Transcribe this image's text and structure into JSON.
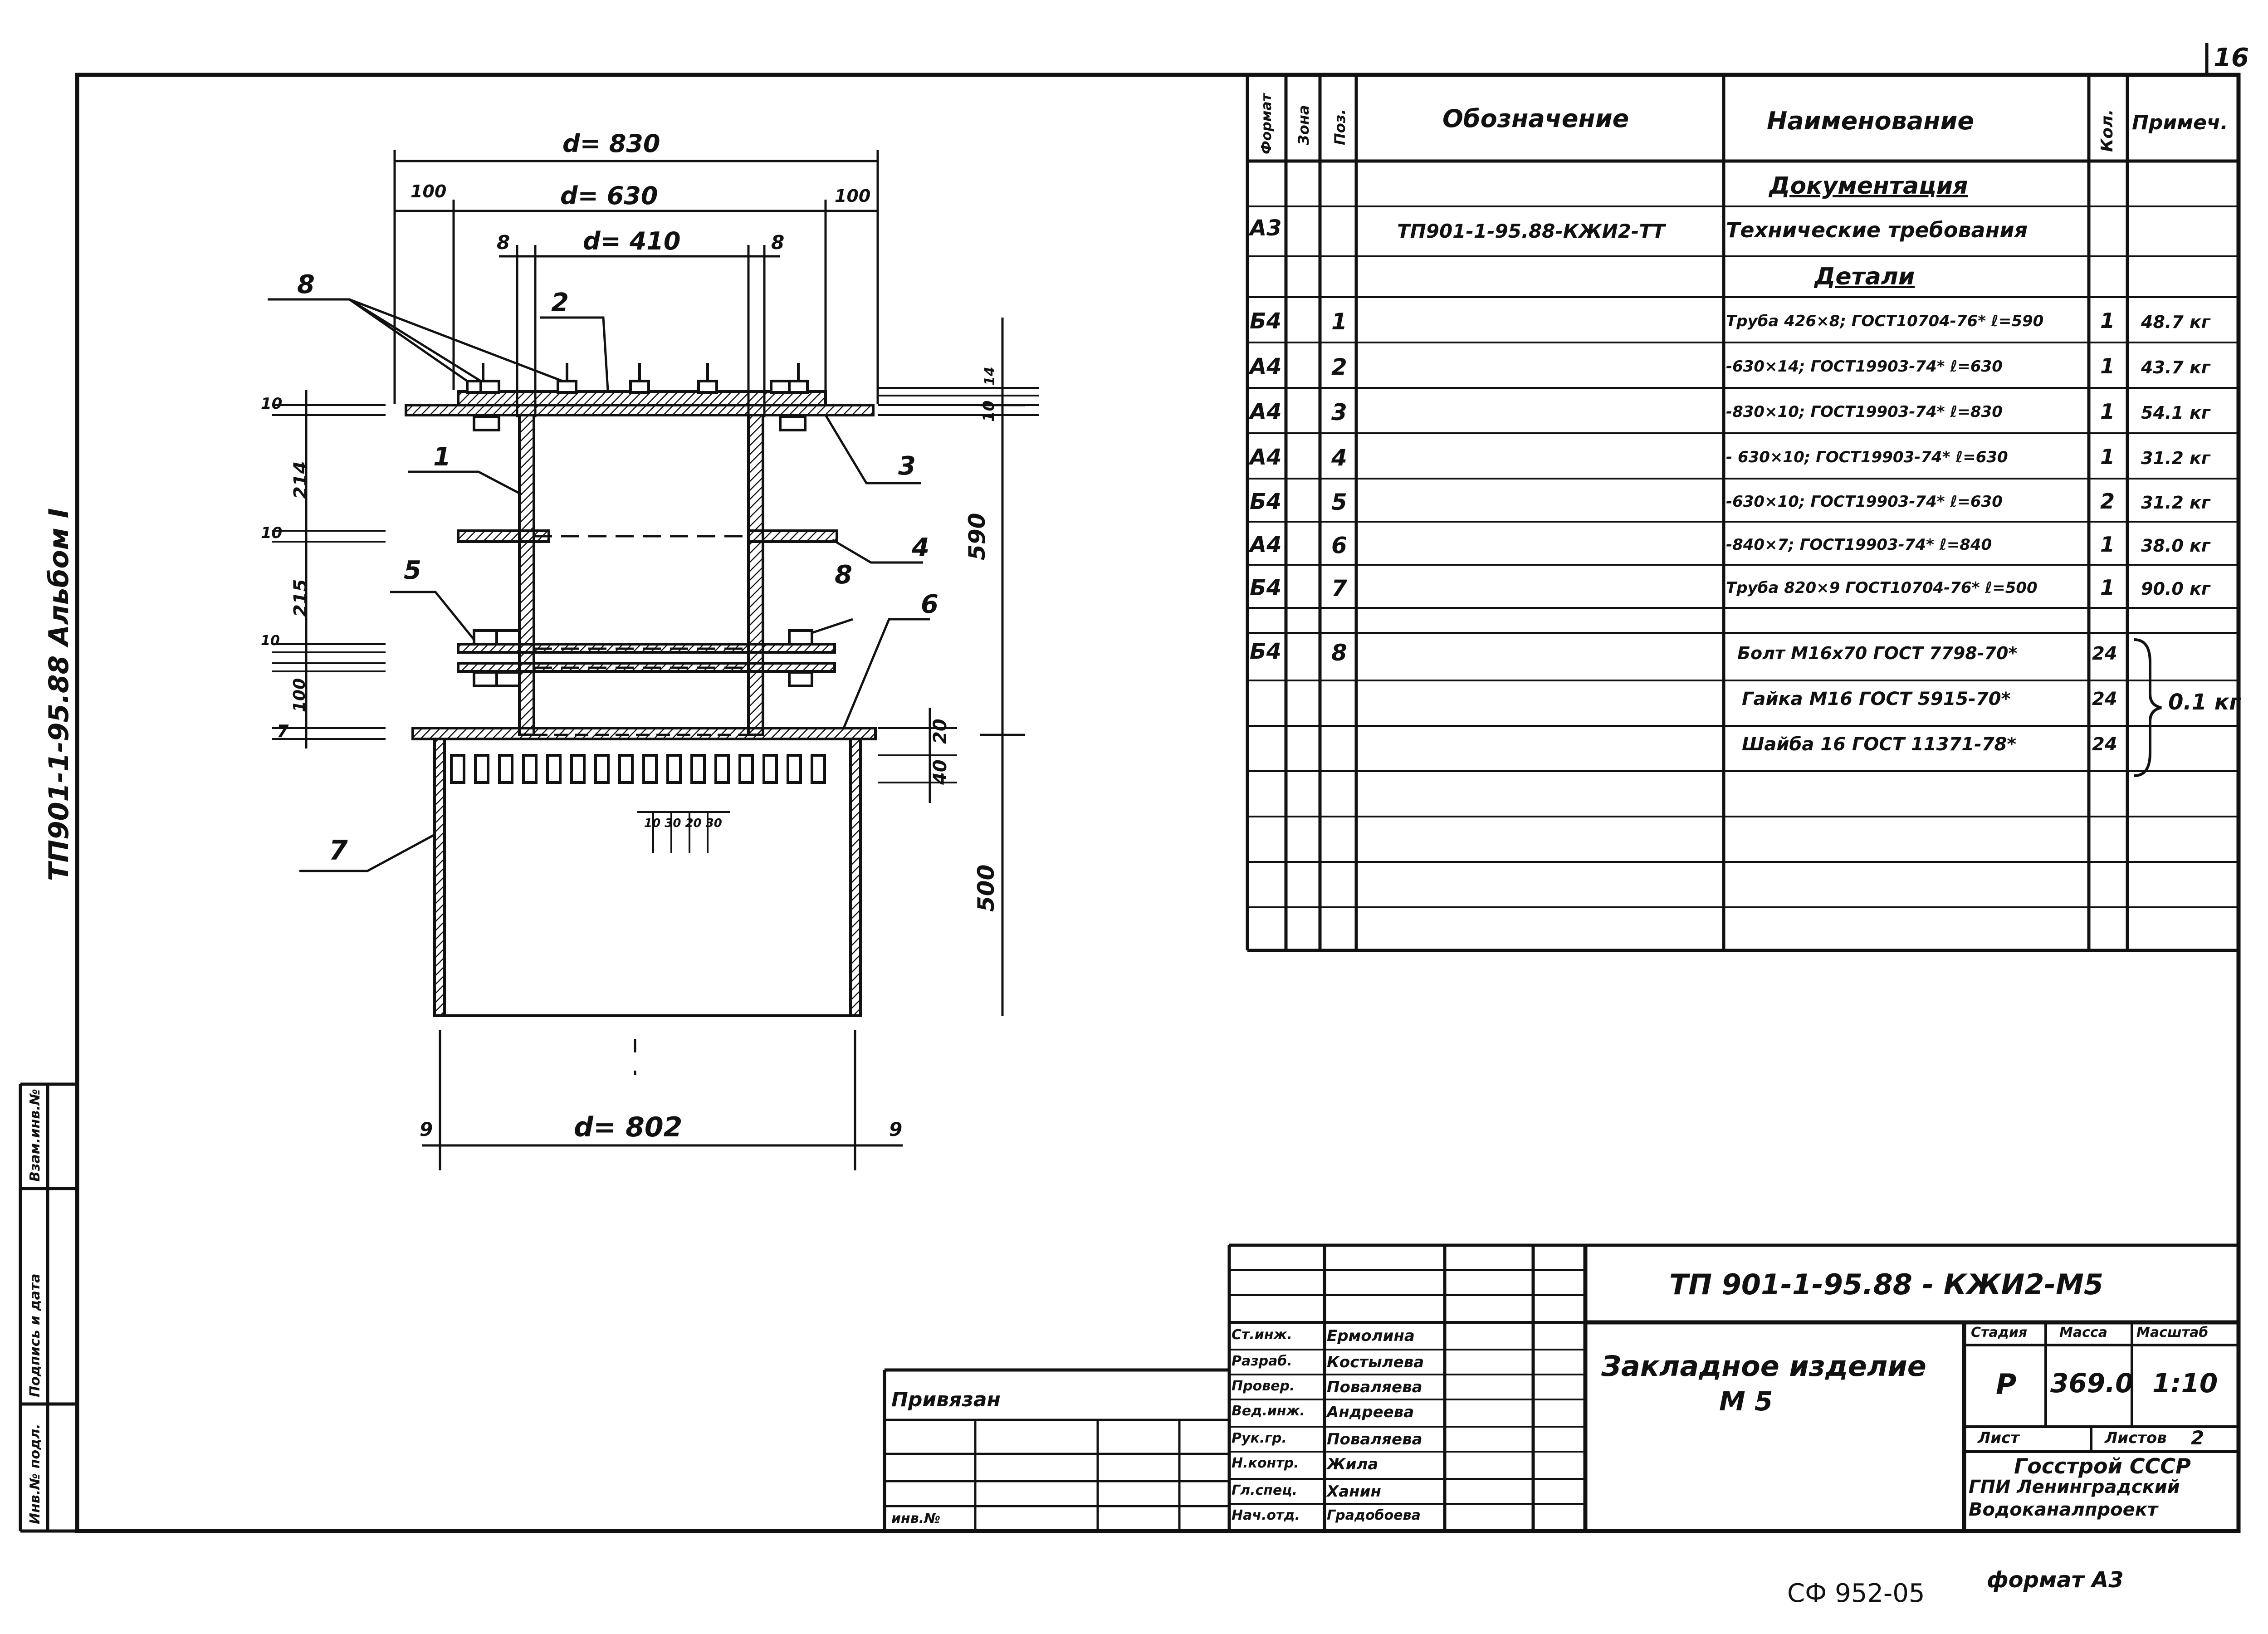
{
  "sheet": {
    "sheet_number": "16",
    "album_label": "ТП901-1-95.88 Альбом I",
    "bottom_code": "СФ 952-05",
    "format_label": "формат А3"
  },
  "drawing": {
    "dims": {
      "d830": "d= 830",
      "d630": "d= 630",
      "d410": "d= 410",
      "d802": "d= 802",
      "d100_left": "100",
      "d100_right": "100",
      "d8_left": "8",
      "d8_right": "8",
      "d590": "590",
      "d500": "500",
      "d10a": "10",
      "d10b": "10",
      "d10c": "10",
      "d214": "214",
      "d215": "215",
      "d100v": "100",
      "d7": "7",
      "d20": "20",
      "d40": "40",
      "d9_left": "9",
      "d9_right": "9",
      "d10_right": "10",
      "d14": "14",
      "slot_dims": "10 30 20 30"
    },
    "callouts": [
      "1",
      "2",
      "3",
      "4",
      "5",
      "6",
      "7",
      "8",
      "8"
    ]
  },
  "spec_table": {
    "headers": {
      "format": "Формат",
      "zone": "Зона",
      "pos": "Поз.",
      "designation": "Обозначение",
      "name": "Наименование",
      "qty": "Кол.",
      "note": "Примеч."
    },
    "rows": [
      {
        "format": "",
        "pos": "",
        "designation": "",
        "name": "Документация",
        "qty": "",
        "note": "",
        "heading": true
      },
      {
        "format": "А3",
        "pos": "",
        "designation": "ТП901-1-95.88-КЖИ2-ТТ",
        "name": "Технические требования",
        "qty": "",
        "note": ""
      },
      {
        "format": "",
        "pos": "",
        "designation": "",
        "name": "Детали",
        "qty": "",
        "note": "",
        "heading": true
      },
      {
        "format": "Б4",
        "pos": "1",
        "designation": "",
        "name": "Труба 426×8; ГОСТ10704-76* ℓ=590",
        "qty": "1",
        "note": "48.7 кг"
      },
      {
        "format": "А4",
        "pos": "2",
        "designation": "",
        "name": "-630×14; ГОСТ19903-74* ℓ=630",
        "qty": "1",
        "note": "43.7 кг"
      },
      {
        "format": "А4",
        "pos": "3",
        "designation": "",
        "name": "-830×10; ГОСТ19903-74* ℓ=830",
        "qty": "1",
        "note": "54.1 кг"
      },
      {
        "format": "А4",
        "pos": "4",
        "designation": "",
        "name": "- 630×10; ГОСТ19903-74* ℓ=630",
        "qty": "1",
        "note": "31.2 кг"
      },
      {
        "format": "Б4",
        "pos": "5",
        "designation": "",
        "name": "-630×10; ГОСТ19903-74* ℓ=630",
        "qty": "2",
        "note": "31.2 кг"
      },
      {
        "format": "А4",
        "pos": "6",
        "designation": "",
        "name": "-840×7; ГОСТ19903-74* ℓ=840",
        "qty": "1",
        "note": "38.0 кг"
      },
      {
        "format": "Б4",
        "pos": "7",
        "designation": "",
        "name": "Труба 820×9 ГОСТ10704-76* ℓ=500",
        "qty": "1",
        "note": "90.0 кг"
      },
      {
        "format": "Б4",
        "pos": "8",
        "designation": "",
        "name": "Болт М16х70 ГОСТ 7798-70*",
        "qty": "24",
        "note": ""
      },
      {
        "format": "",
        "pos": "",
        "designation": "",
        "name": "Гайка М16 ГОСТ 5915-70*",
        "qty": "24",
        "note": "0.1 кг"
      },
      {
        "format": "",
        "pos": "",
        "designation": "",
        "name": "Шайба 16 ГОСТ 11371-78*",
        "qty": "24",
        "note": ""
      }
    ]
  },
  "title_block": {
    "doc_code": "ТП 901-1-95.88  -  КЖИ2-М5",
    "title_line1": "Закладное изделие",
    "title_line2": "М 5",
    "stage_label": "Стадия",
    "mass_label": "Масса",
    "scale_label": "Масштаб",
    "stage": "Р",
    "mass": "369.0",
    "scale": "1:10",
    "sheet_label": "Лист",
    "sheets_label": "Листов",
    "sheets_value": "2",
    "org_line1": "Госстрой СССР",
    "org_line2": "ГПИ Ленинградский",
    "org_line3": "Водоканалпроект",
    "signatures": [
      {
        "role": "Ст.инж.",
        "name": "Ермолина"
      },
      {
        "role": "Разраб.",
        "name": "Костылева"
      },
      {
        "role": "Провер.",
        "name": "Поваляева"
      },
      {
        "role": "Вед.инж.",
        "name": "Андреева"
      },
      {
        "role": "Рук.гр.",
        "name": "Поваляева"
      },
      {
        "role": "Н.контр.",
        "name": "Жила"
      },
      {
        "role": "Гл.спец.",
        "name": "Ханин"
      },
      {
        "role": "Нач.отд.",
        "name": "Градобоева"
      }
    ],
    "privyazan": "Привязан",
    "inv_label": "инв.№"
  },
  "left_strip": {
    "labels": [
      "Инв.№ подл.",
      "Подпись и дата",
      "Взам.инв.№"
    ]
  }
}
